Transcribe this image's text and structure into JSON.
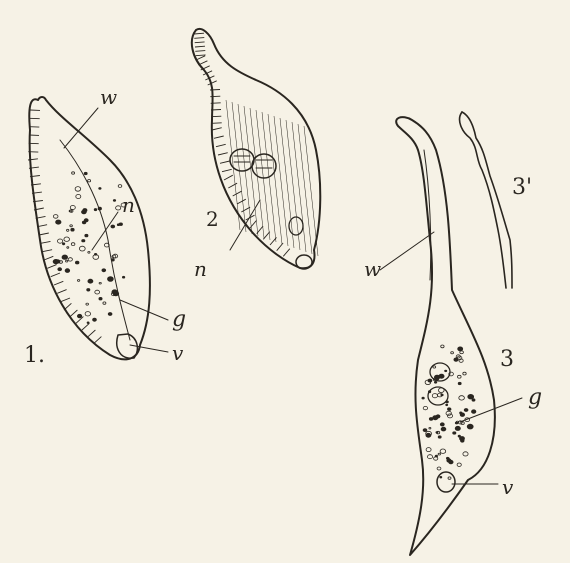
{
  "figure_numbers": {
    "fig1": "1.",
    "fig2": "2",
    "fig3": "3",
    "fig3_prime": "3'"
  },
  "labels": {
    "fig1_w": "w",
    "fig1_n": "n",
    "fig1_g": "g",
    "fig1_v": "v",
    "fig2_n": "n",
    "fig3_w": "w",
    "fig3_g": "g",
    "fig3_v": "v"
  },
  "colors": {
    "paper": "#f6f2e6",
    "ink": "#2a2620"
  }
}
